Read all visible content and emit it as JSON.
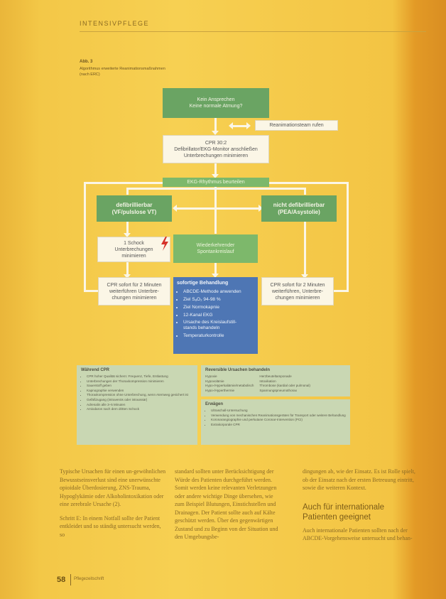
{
  "header": {
    "section": "INTENSIVPFLEGE"
  },
  "figure": {
    "caption_title": "Abb. 3",
    "caption_lines": [
      "Algorithmus erweiterte Reanimationsmaßnahmen",
      "(nach ERC)"
    ],
    "boxes": {
      "start": "Kein Ansprechen\nKeine normale Atmung?",
      "team": "Reanimationsteam rufen",
      "cpr": "CPR 30:2\nDefibrillator/EKG-Monitor anschließen\nUnterbrechungen minimieren",
      "rhythm": "EKG-Rhythmus beurteilen",
      "shockable": "defibrillierbar\n(VF/pulslose VT)",
      "nonshockable": "nicht defibrillierbar\n(PEA/Asystolie)",
      "shock": "1 Schock\nUnterbrechungen\nminimieren",
      "rosc": "Wiederkehrender\nSpontankreislauf",
      "cpr_left": "CPR sofort für 2 Minuten\nweiterführen Unterbre-\nchungen minimieren",
      "cpr_right": "CPR sofort für 2 Minuten\nweiterführen, Unterbre-\nchungen minimieren"
    },
    "post": {
      "title": "sofortige Behandlung",
      "items": [
        "ABCDE-Methode anwenden",
        "Ziel SₐO₂ 94-98 %",
        "Ziel Normokapnie",
        "12-Kanal EKG",
        "Ursache des Kreislaufstill-\nstands behandeln",
        "Temperaturkontrolle"
      ]
    },
    "panel_left": {
      "title": "Während CPR",
      "items": [
        "CPR hoher Qualität sichern: Frequenz, Tiefe, Entlastung",
        "Unterbrechungen der Thoraxkompression minimieren",
        "Sauerstoff geben",
        "Kapnographie verwenden",
        "Thoraxkompression ohne Unterbrechung, wenn Atemweg gesichert ist",
        "Gefäßzugang (intravenös oder intraossär)",
        "Adrenalin alle 3–5 Minuten",
        "Amiodaron nach dem dritten Schock"
      ]
    },
    "panel_right_top": {
      "title": "Reversible Ursachen behandeln",
      "col1": [
        "Hypoxie",
        "Hypovolämie",
        "Hypo-/Hyperkaliämie/metabolisch",
        "Hypo-/Hyperthermie"
      ],
      "col2": [
        "Herzbeuteltamponade",
        "Intoxikation",
        "Thrombose (kardial oder pulmonal)",
        "Spannungspneumothorax"
      ]
    },
    "panel_right_bottom": {
      "title": "Erwägen",
      "items": [
        "Ultraschall-Untersuchung",
        "Verwendung von mechanischen Reanimationsgeräten für Transport oder weitere Behandlung",
        "Koronarangiographie und perkutane Coronar-Intervention (PCI)",
        "Extrakorporale CPR"
      ]
    }
  },
  "body": {
    "col1": [
      "Typische Ursachen für einen un-gewöhnlichen Bewusstseinsverlust sind eine unerwünschte opioidale Überdosierung, ZNS-Trauma, Hypoglykämie oder Alkoholintoxikation oder eine zerebrale Ursache (2).",
      "Schritt E: In einem Notfall sollte der Patient entkleidet und so ständig untersucht werden, so"
    ],
    "col2": [
      "standard sollten unter Berücksichtigung der Würde des Patienten durchgeführt werden. Somit werden keine relevanten Verletzungen oder andere wichtige Dinge übersehen, wie zum Beispiel Blutungen, Einstichstellen und Drainagen. Der Patient sollte auch auf Kälte geschützt werden. Über den gegenwärtigen Zustand und zu Beginn von der Situation und den Umgebungsbe-"
    ],
    "col3_intro": "dingungen ab, wie der Einsatz. Es ist Rolle spielt, ob der Einsatz nach der ersten Betreuung eintritt, sowie die weiteren Kontext.",
    "col3_head": "Auch für internationale Patienten geeignet",
    "col3_rest": "Auch internationale Patienten sollten nach der ABCDE-Vorgehensweise untersucht und behan-"
  },
  "footer": {
    "page": "58",
    "journal": "Pflegezeitschrift"
  }
}
